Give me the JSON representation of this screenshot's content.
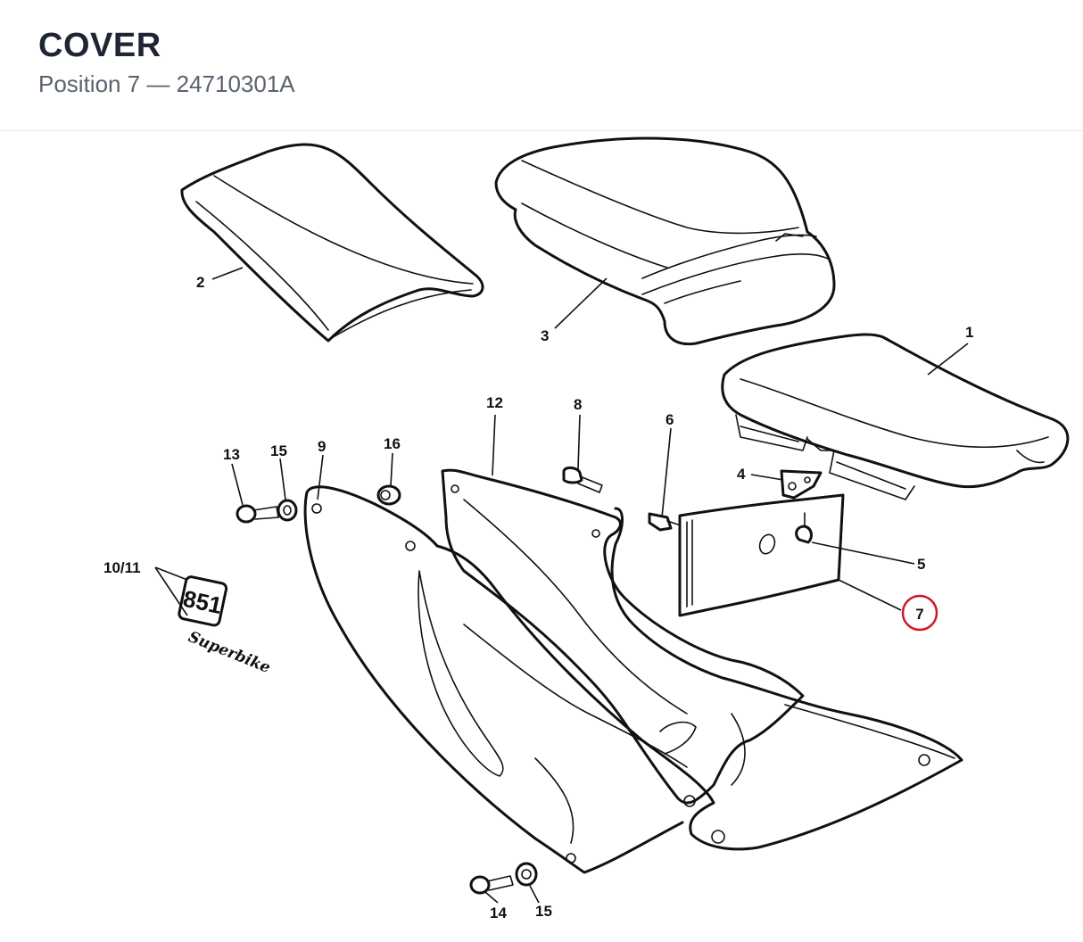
{
  "header": {
    "title": "COVER",
    "subtitle": "Position 7 — 24710301A"
  },
  "diagram": {
    "labels": {
      "p1": "1",
      "p2": "2",
      "p3": "3",
      "p4": "4",
      "p5": "5",
      "p6": "6",
      "p7": "7",
      "p8": "8",
      "p9": "9",
      "p10_11": "10/11",
      "p12": "12",
      "p13": "13",
      "p14": "14",
      "p15a": "15",
      "p15b": "15",
      "p16": "16"
    },
    "decal": {
      "number": "851",
      "script": "Superbike"
    },
    "highlight": {
      "position": "7",
      "color": "#d0162a"
    }
  }
}
